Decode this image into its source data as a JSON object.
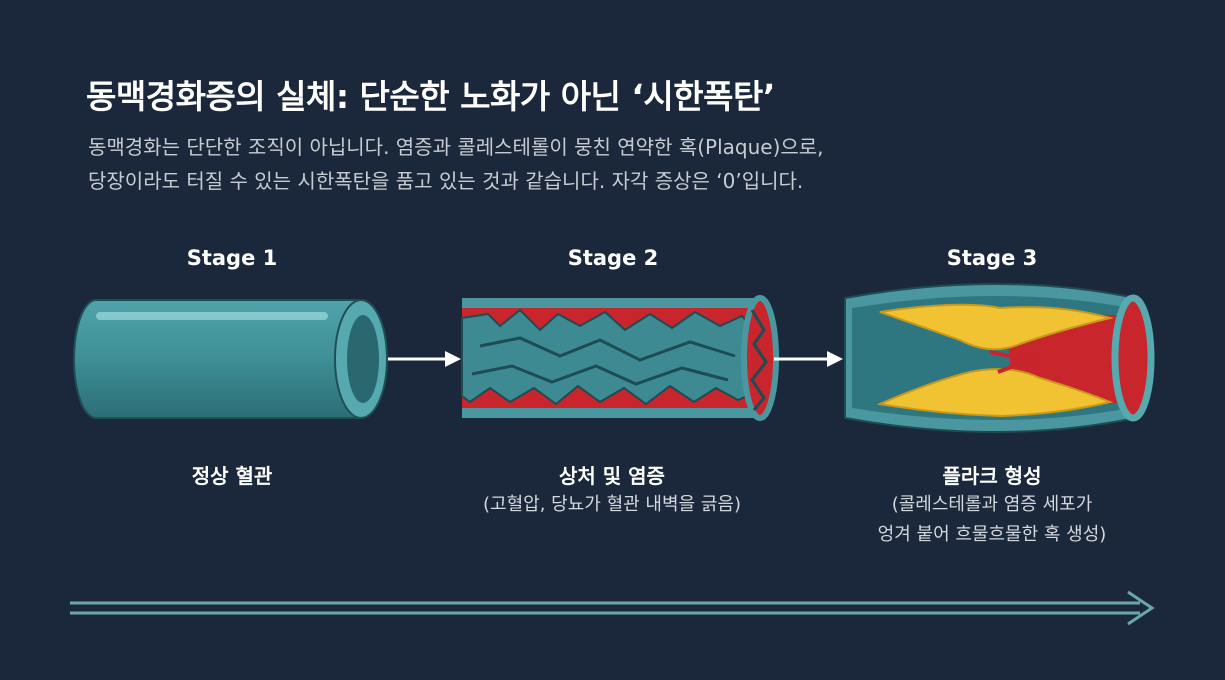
{
  "title": "동맥경화증의 실체: 단순한 노화가 아닌 ‘시한폭탄’",
  "subtitle": {
    "line1": "동맥경화는 단단한 조직이 아닙니다. 염증과 콜레스테롤이 뭉친 연약한 혹(Plaque)으로,",
    "line2": "당장이라도 터질 수 있는 시한폭탄을 품고 있는 것과 같습니다. 자각 증상은 ‘0’입니다."
  },
  "stages": [
    {
      "label": "Stage 1",
      "caption": "정상 혈관",
      "detail": []
    },
    {
      "label": "Stage 2",
      "caption": "상처 및 염증",
      "detail": [
        "(고혈압, 당뇨가 혈관 내벽을 긁음)"
      ]
    },
    {
      "label": "Stage 3",
      "caption": "플라크 형성",
      "detail": [
        "(콜레스테롤과 염증 세포가",
        "엉겨 붙어 흐물흐물한 혹 생성)"
      ]
    }
  ],
  "icons": {
    "stage1": "healthy-vessel-icon",
    "stage2": "damaged-vessel-icon",
    "stage3": "plaque-vessel-icon",
    "arrows": "right-arrow-icon",
    "timeline": "progress-timeline-arrow"
  },
  "colors": {
    "background": "#1b283b",
    "vessel": "#3e8f96",
    "vessel_dark": "#2d6f78",
    "inflammation": "#c9252d",
    "plaque": "#f1c232"
  }
}
